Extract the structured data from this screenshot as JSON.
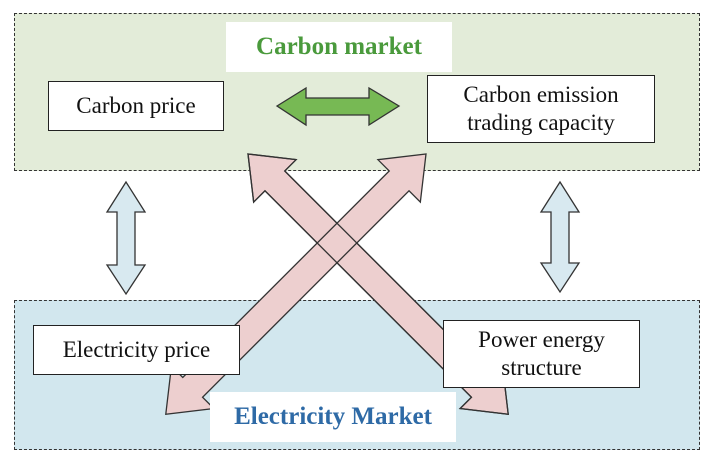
{
  "carbon_market": {
    "title": "Carbon market",
    "nodes": {
      "carbon_price": "Carbon price",
      "carbon_emission_line1": "Carbon emission",
      "carbon_emission_line2": "trading capacity"
    }
  },
  "electricity_market": {
    "title": "Electricity Market",
    "nodes": {
      "electricity_price": "Electricity price",
      "power_energy_line1": "Power energy",
      "power_energy_line2": "structure"
    }
  },
  "colors": {
    "carbon_region_fill": "#e3ecd9",
    "electricity_region_fill": "#d2e7ee",
    "carbon_title": "#4a9a3c",
    "electricity_title": "#2e6aa6",
    "green_arrow": "#77b954",
    "blue_arrow": "#d8e9f0",
    "pink_arrow": "#edcfcf"
  },
  "arrows": [
    {
      "from": "Carbon price",
      "to": "Carbon emission trading capacity",
      "style": "double",
      "color": "green"
    },
    {
      "from": "Carbon price",
      "to": "Electricity price",
      "style": "double",
      "color": "light-blue"
    },
    {
      "from": "Carbon emission trading capacity",
      "to": "Power energy structure",
      "style": "double",
      "color": "light-blue"
    },
    {
      "from": "Carbon price",
      "to": "Power energy structure",
      "style": "double",
      "color": "pink"
    },
    {
      "from": "Carbon emission trading capacity",
      "to": "Electricity price",
      "style": "double",
      "color": "pink"
    }
  ]
}
